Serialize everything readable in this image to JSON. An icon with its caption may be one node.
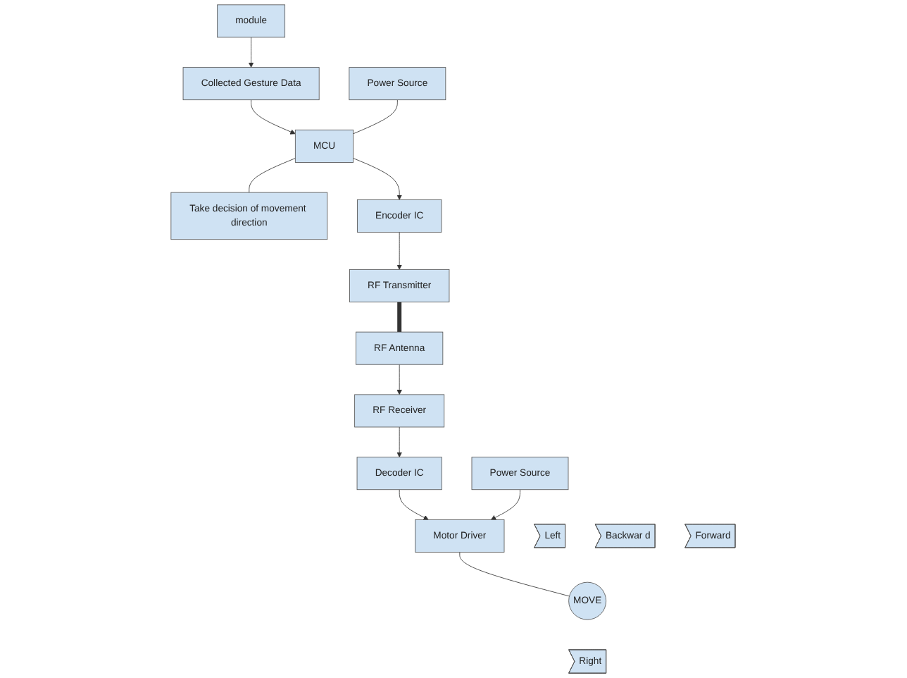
{
  "diagram": {
    "nodes": [
      {
        "text": [
          "module"
        ]
      },
      {
        "text": [
          "Collected Gesture Data"
        ]
      },
      {
        "text": [
          "Power Source"
        ]
      },
      {
        "text": [
          "MCU"
        ]
      },
      {
        "text": [
          "Take decision of movement direction"
        ]
      },
      {
        "text": [
          "Encoder IC"
        ]
      },
      {
        "text": [
          "Left"
        ]
      },
      {
        "text": [
          "RF Transmitter"
        ]
      },
      {
        "text": [
          "Backwar d"
        ]
      },
      {
        "text": [
          "MOVE"
        ]
      },
      {
        "text": [
          "Forward"
        ]
      },
      {
        "text": [
          "RF Antenna"
        ]
      },
      {
        "text": [
          "Right"
        ]
      },
      {
        "text": [
          "Motor Driver"
        ]
      },
      {
        "text": [
          "RF Receiver"
        ]
      },
      {
        "text": [
          "Decoder IC"
        ]
      },
      {
        "text": [
          "Power Source"
        ]
      }
    ],
    "edges": [
      {
        "from": 0,
        "to": 1,
        "arrow": "to"
      },
      {
        "from": 1,
        "to": 3,
        "arrow": "to"
      },
      {
        "from": 2,
        "to": 3,
        "arrow": "none"
      },
      {
        "from": 3,
        "to": 4,
        "arrow": "none"
      },
      {
        "from": 3,
        "to": 5,
        "arrow": "to"
      },
      {
        "from": 5,
        "to": 7,
        "arrow": "to"
      },
      {
        "from": 7,
        "to": 11,
        "arrow": "none",
        "style": "thick"
      },
      {
        "from": 11,
        "to": 14,
        "arrow": "to"
      },
      {
        "from": 14,
        "to": 15,
        "arrow": "to"
      },
      {
        "from": 15,
        "to": 13,
        "arrow": "to"
      },
      {
        "from": 16,
        "to": 13,
        "arrow": "to"
      },
      {
        "from": 13,
        "to": 9,
        "arrow": "none"
      }
    ]
  }
}
